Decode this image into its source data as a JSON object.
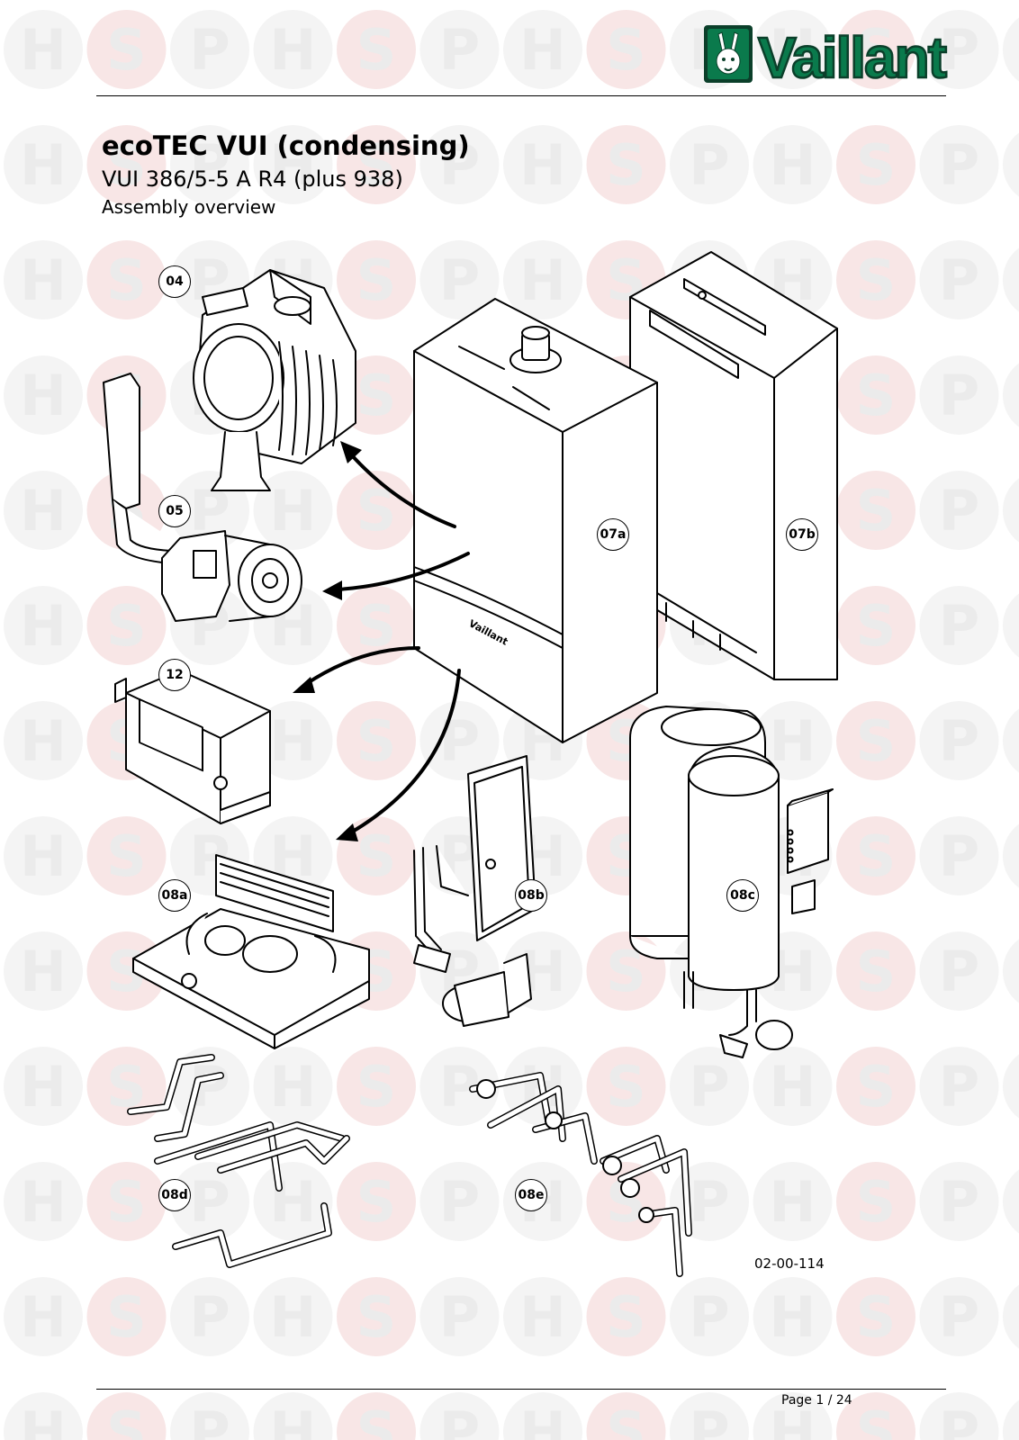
{
  "watermark": {
    "letters": [
      "H",
      "S",
      "P"
    ],
    "colors": {
      "letter_fill": "#ebebeb",
      "disc": "#f4f4f4",
      "disc_accent": "#f8e6e6"
    }
  },
  "brand": {
    "name": "Vaillant",
    "colors": {
      "green": "#0a7a4c",
      "dark": "#0b3f2a"
    }
  },
  "header": {
    "title": "ecoTEC VUI (condensing)",
    "model": "VUI 386/5-5 A R4 (plus 938)",
    "section": "Assembly overview"
  },
  "diagram": {
    "callouts": [
      "04",
      "05",
      "12",
      "07a",
      "07b",
      "08a",
      "08b",
      "08c",
      "08d",
      "08e"
    ],
    "drawing_id": "02-00-114"
  },
  "footer": {
    "page": "Page 1 / 24"
  }
}
